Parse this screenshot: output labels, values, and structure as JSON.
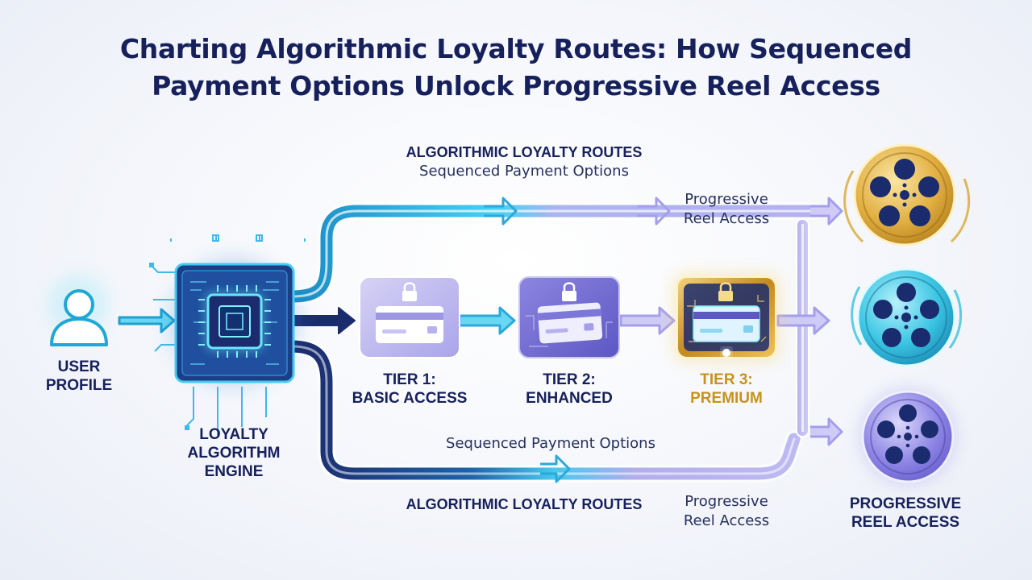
{
  "title": {
    "line1": "Charting Algorithmic Loyalty Routes: How Sequenced",
    "line2": "Payment Options Unlock Progressive Reel Access"
  },
  "user_profile": {
    "line1": "USER",
    "line2": "PROFILE",
    "icon": "user-icon"
  },
  "engine": {
    "line1": "LOYALTY",
    "line2": "ALGORITHM",
    "line3": "ENGINE",
    "icon": "chip-icon"
  },
  "top_route": {
    "heading": "ALGORITHMIC LOYALTY ROUTES",
    "subheading": "Sequenced Payment Options"
  },
  "top_reel_label": {
    "line1": "Progressive",
    "line2": "Reel Access"
  },
  "tiers": [
    {
      "line1": "TIER 1:",
      "line2": "BASIC ACCESS",
      "icon": "credit-card-lock-icon"
    },
    {
      "line1": "TIER 2:",
      "line2": "ENHANCED",
      "icon": "credit-card-lock-icon"
    },
    {
      "line1": "TIER 3:",
      "line2": "PREMIUM",
      "icon": "credit-card-lock-icon"
    }
  ],
  "bottom_route": {
    "subheading": "Sequenced Payment Options",
    "heading": "ALGORITHMIC LOYALTY ROUTES"
  },
  "bottom_reel_label": {
    "line1": "Progressive",
    "line2": "Reel Access"
  },
  "reel_access": {
    "line1": "PROGRESSIVE",
    "line2": "REEL ACCESS",
    "icon": "film-reel-icon"
  },
  "colors": {
    "navy": "#16205a",
    "cyan": "#1fb6e4",
    "lavender": "#a9a3ea",
    "gold": "#d9a733",
    "teal": "#36c2df",
    "violet": "#7e76e0"
  }
}
